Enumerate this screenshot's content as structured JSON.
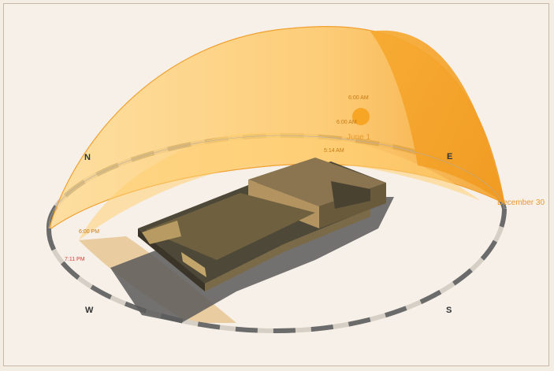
{
  "compass": {
    "north": "N",
    "east": "E",
    "south": "S",
    "west": "W"
  },
  "time_labels": {
    "time_top": "6:00 AM",
    "time_sun": "6:00 AM",
    "time_june_path": "5:14 AM",
    "time_evening": "6:00 PM",
    "time_sunset": "7:11 PM"
  },
  "date_labels": {
    "june": "June 1",
    "december": "December 30"
  },
  "colors": {
    "dome_fill": "#ffc25a",
    "dome_edge": "#f0a030",
    "ring_dark": "#6b6b6b",
    "building": "#6b5a3a",
    "shadow": "#5a5a5a",
    "sun": "#f7a524"
  }
}
